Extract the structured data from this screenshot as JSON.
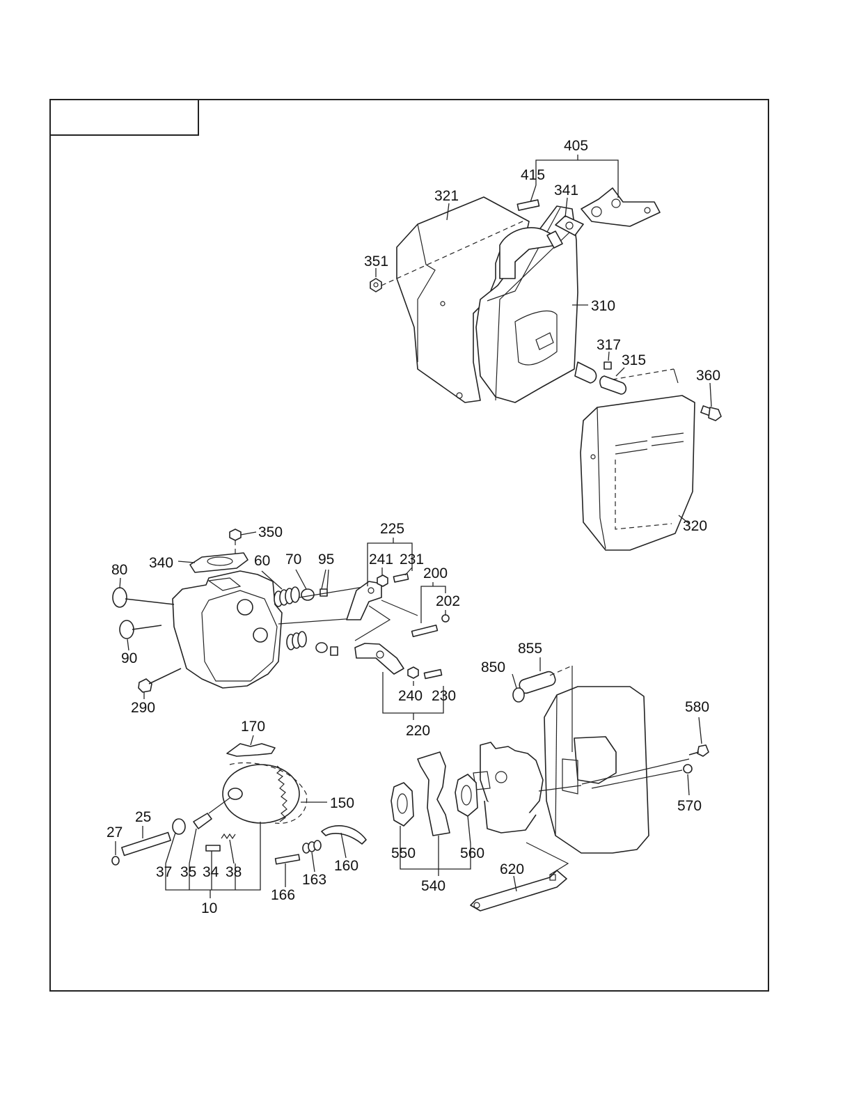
{
  "title_box": "",
  "callouts": {
    "c405": "405",
    "c415": "415",
    "c341": "341",
    "c321": "321",
    "c351": "351",
    "c310": "310",
    "c317": "317",
    "c315": "315",
    "c360": "360",
    "c320": "320",
    "c350": "350",
    "c340": "340",
    "c60": "60",
    "c70": "70",
    "c95": "95",
    "c225": "225",
    "c241": "241",
    "c231": "231",
    "c200": "200",
    "c202": "202",
    "c80": "80",
    "c90": "90",
    "c290": "290",
    "c240": "240",
    "c230": "230",
    "c220": "220",
    "c855": "855",
    "c850": "850",
    "c580": "580",
    "c570": "570",
    "c170": "170",
    "c150": "150",
    "c25": "25",
    "c27": "27",
    "c37": "37",
    "c35": "35",
    "c34": "34",
    "c38": "38",
    "c10": "10",
    "c166": "166",
    "c163": "163",
    "c160": "160",
    "c550": "550",
    "c560": "560",
    "c540": "540",
    "c620": "620"
  }
}
